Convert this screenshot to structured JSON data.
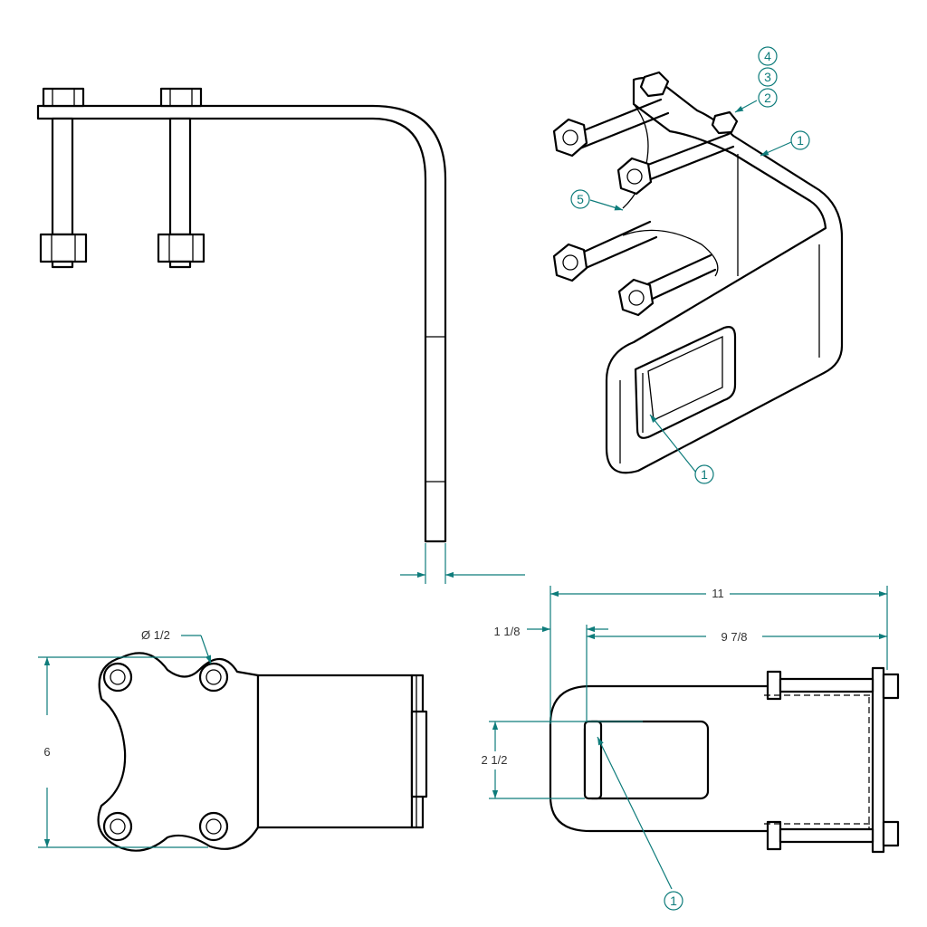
{
  "dimensions": {
    "overall_length": "11",
    "inner_length": "9 7/8",
    "offset": "1 1/8",
    "slot_height": "2 1/2",
    "height": "6",
    "hole_diameter": "Ø 1/2"
  },
  "balloons": {
    "bracket_iso": "1",
    "bracket_iso_slot": "1",
    "bracket_bottom_slot": "1",
    "item_2": "2",
    "item_3": "3",
    "item_4": "4",
    "item_5": "5"
  },
  "colors": {
    "annotation": "#0e7c7b",
    "line": "#000000",
    "background": "#ffffff"
  }
}
